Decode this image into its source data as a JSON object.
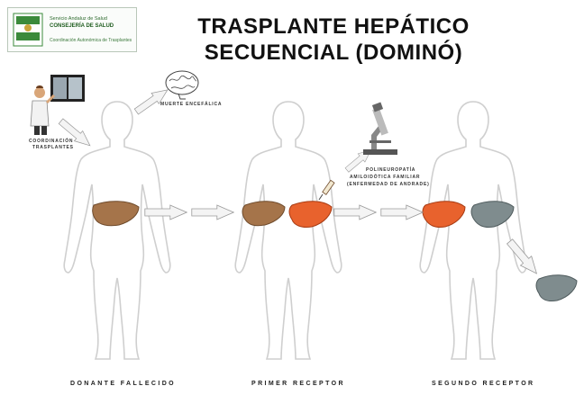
{
  "header": {
    "logo_line1": "Servicio Andaluz de Salud",
    "logo_line2": "CONSEJERÍA DE SALUD",
    "logo_line3": "Coordinación Autonómica de Trasplantes",
    "title_line1": "TRASPLANTE HEPÁTICO",
    "title_line2": "SECUENCIAL (DOMINÓ)"
  },
  "annotations": {
    "brain_death": "MUERTE ENCEFÁLICA",
    "coordination_1": "COORDINACIÓN",
    "coordination_2": "TRASPLANTES",
    "disease_1": "POLINEUROPATÍA",
    "disease_2": "AMILOIDÓTICA FAMILIAR",
    "disease_3": "(ENFERMEDAD DE ANDRADE)"
  },
  "figures": {
    "donor": "DONANTE FALLECIDO",
    "first_recipient": "PRIMER RECEPTOR",
    "second_recipient": "SEGUNDO RECEPTOR"
  },
  "colors": {
    "healthy_liver": "#a5744a",
    "diseased_liver": "#e8622d",
    "removed_liver": "#7f8c8e",
    "body_outline": "#cfcfcf"
  }
}
